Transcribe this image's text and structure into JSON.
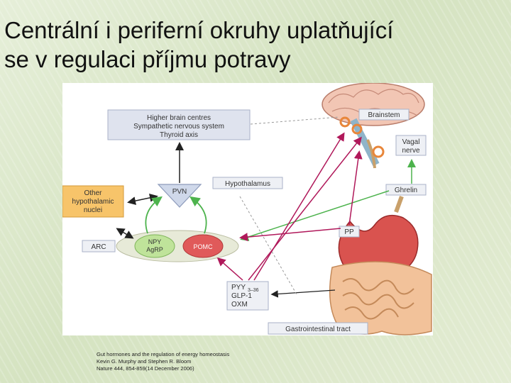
{
  "slide": {
    "title_line1": "Centrální i periferní okruhy uplatňující",
    "title_line2": "se v regulaci příjmu potravy"
  },
  "diagram": {
    "higher_brain": [
      "Higher brain centres",
      "Sympathetic nervous system",
      "Thyroid axis"
    ],
    "other_hyp": [
      "Other",
      "hypothalamic",
      "nuclei"
    ],
    "pvn": "PVN",
    "hypothalamus": "Hypothalamus",
    "arc": "ARC",
    "npy": "NPY",
    "agrp": "AgRP",
    "pomc": "POMC",
    "brainstem": "Brainstem",
    "vagal": [
      "Vagal",
      "nerve"
    ],
    "ghrelin": "Ghrelin",
    "pp": "PP",
    "pyy": "PYY",
    "pyy_sub": "3–36",
    "glp1": "GLP-1",
    "oxm": "OXM",
    "gi_tract": "Gastrointestinal tract"
  },
  "caption": {
    "line1": "Gut hormones and the regulation of energy homeostasis",
    "line2": "Kevin G. Murphy and Stephen R. Bloom",
    "line3": "Nature 444, 854-859(14 December 2006)"
  },
  "colors": {
    "background": "#dfe9cf",
    "box_blue": "#dfe3ee",
    "box_orange": "#f7c46a",
    "npy_green": "#bfe39a",
    "pomc_red": "#e05a5a",
    "arrow_green": "#4db34d",
    "arrow_magenta": "#b0185a"
  }
}
